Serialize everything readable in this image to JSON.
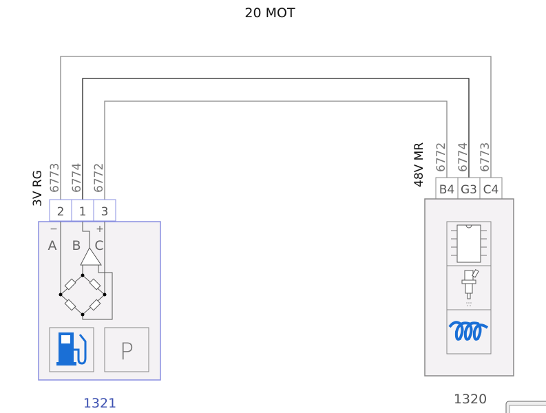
{
  "title": "20 MOT",
  "colors": {
    "component_border_left": "#8a8fe0",
    "label_left": "#3b4fb0",
    "icon_blue": "#1a6fd6",
    "fill": "#f4f2f4"
  },
  "wires": [
    {
      "id": "6773",
      "from_pin": "2",
      "to_pin": "C4"
    },
    {
      "id": "6774",
      "from_pin": "1",
      "to_pin": "G3"
    },
    {
      "id": "6772",
      "from_pin": "3",
      "to_pin": "B4"
    }
  ],
  "left_component": {
    "id": "1321",
    "connector": "3V RG",
    "wire_labels": [
      "6773",
      "6774",
      "6772"
    ],
    "pins": [
      "2",
      "1",
      "3"
    ],
    "polarity": [
      "−",
      "",
      "+"
    ],
    "terminals": [
      "A",
      "B",
      "C"
    ],
    "icons": [
      "fuel-pump-icon",
      "parking-p-icon"
    ],
    "p_label": "P"
  },
  "right_component": {
    "id": "1320",
    "connector": "48V MR",
    "wire_labels": [
      "6772",
      "6774",
      "6773"
    ],
    "pins": [
      "B4",
      "G3",
      "C4"
    ],
    "icons": [
      "chip-icon",
      "injector-icon",
      "coil-icon"
    ]
  }
}
